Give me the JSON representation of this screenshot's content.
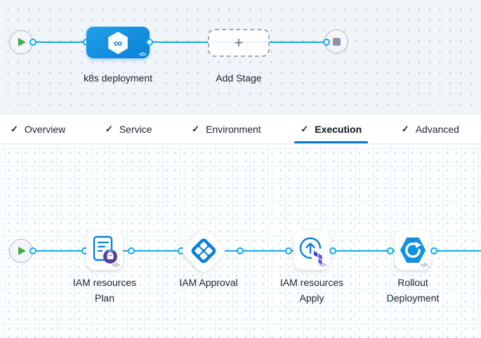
{
  "colors": {
    "connector_blue": "#15aae8",
    "stage_node_blue": "#0b7fd6",
    "accent_blue": "#0278d5",
    "approval_icon_blue": "#0b7fd9",
    "terraform_purple": "#5b4fe9",
    "terraform_purple_dark": "#4142bc",
    "plan_badge_purple": "#5a3f9e",
    "play_green": "#3fae4a",
    "stop_gray": "#8e92a6"
  },
  "glyphs": {
    "check": "✓",
    "plus": "+",
    "code": "</>",
    "infinity": "∞"
  },
  "stage_graph": {
    "stage_label": "k8s deployment",
    "add_stage_label": "Add Stage"
  },
  "tabs": [
    {
      "label": "Overview",
      "checked": true,
      "active": false
    },
    {
      "label": "Service",
      "checked": true,
      "active": false
    },
    {
      "label": "Environment",
      "checked": true,
      "active": false
    },
    {
      "label": "Execution",
      "checked": true,
      "active": true
    },
    {
      "label": "Advanced",
      "checked": true,
      "active": false
    }
  ],
  "execution_graph": {
    "steps": [
      {
        "line1": "IAM resources",
        "line2": "Plan",
        "icon": "terraform-plan-icon",
        "shape": "card"
      },
      {
        "line1": "IAM Approval",
        "line2": "",
        "icon": "approval-icon",
        "shape": "diamond"
      },
      {
        "line1": "IAM resources",
        "line2": "Apply",
        "icon": "terraform-apply-icon",
        "shape": "card"
      },
      {
        "line1": "Rollout",
        "line2": "Deployment",
        "icon": "rollout-icon",
        "shape": "card"
      }
    ]
  }
}
